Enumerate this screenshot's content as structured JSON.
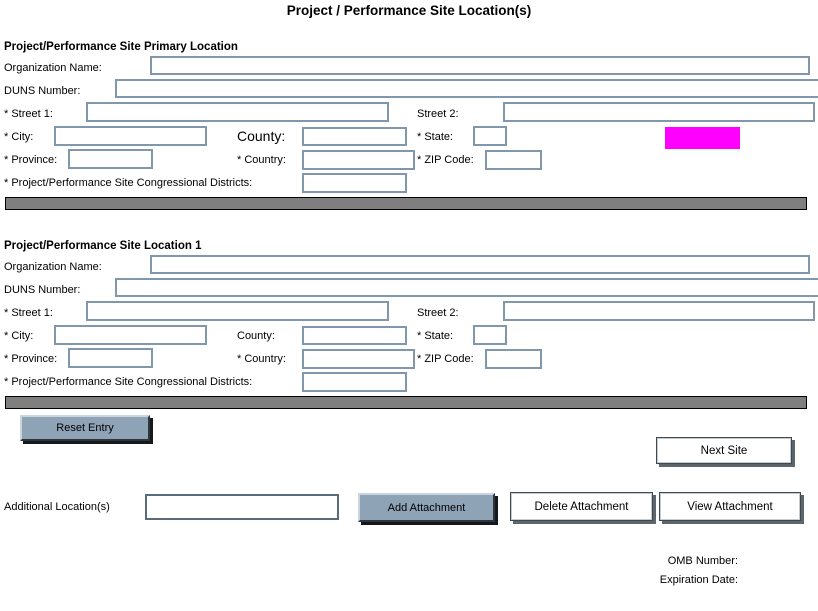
{
  "page": {
    "title": "Project / Performance Site Location(s)"
  },
  "colors": {
    "highlight": "#FF00FF",
    "divider_bar": "#7F7F7F",
    "field_border": "#8097AC",
    "blue_button": "#8FA3B7"
  },
  "sections": [
    {
      "header": "Project/Performance Site Primary Location",
      "labels": {
        "organization_name": "Organization Name:",
        "duns": "DUNS Number:",
        "street1": "* Street 1:",
        "street2": "Street 2:",
        "city": "* City:",
        "county": "County:",
        "state": "* State:",
        "province": "* Province:",
        "country": "* Country:",
        "zip": "* ZIP Code:",
        "congressional_districts": "* Project/Performance Site Congressional Districts:"
      }
    },
    {
      "header": "Project/Performance Site Location 1",
      "labels": {
        "organization_name": "Organization Name:",
        "duns": "DUNS Number:",
        "street1": "* Street 1:",
        "street2": "Street 2:",
        "city": "* City:",
        "county": "County:",
        "state": "* State:",
        "province": "* Province:",
        "country": "* Country:",
        "zip": "* ZIP Code:",
        "congressional_districts": "* Project/Performance Site Congressional Districts:"
      }
    }
  ],
  "buttons": {
    "reset_entry": "Reset Entry",
    "next_site": "Next Site",
    "add_attachment": "Add Attachment",
    "delete_attachment": "Delete Attachment",
    "view_attachment": "View Attachment"
  },
  "footer": {
    "additional_locations": "Additional Location(s)",
    "omb_number": "OMB Number:",
    "expiration_date": "Expiration Date:"
  }
}
